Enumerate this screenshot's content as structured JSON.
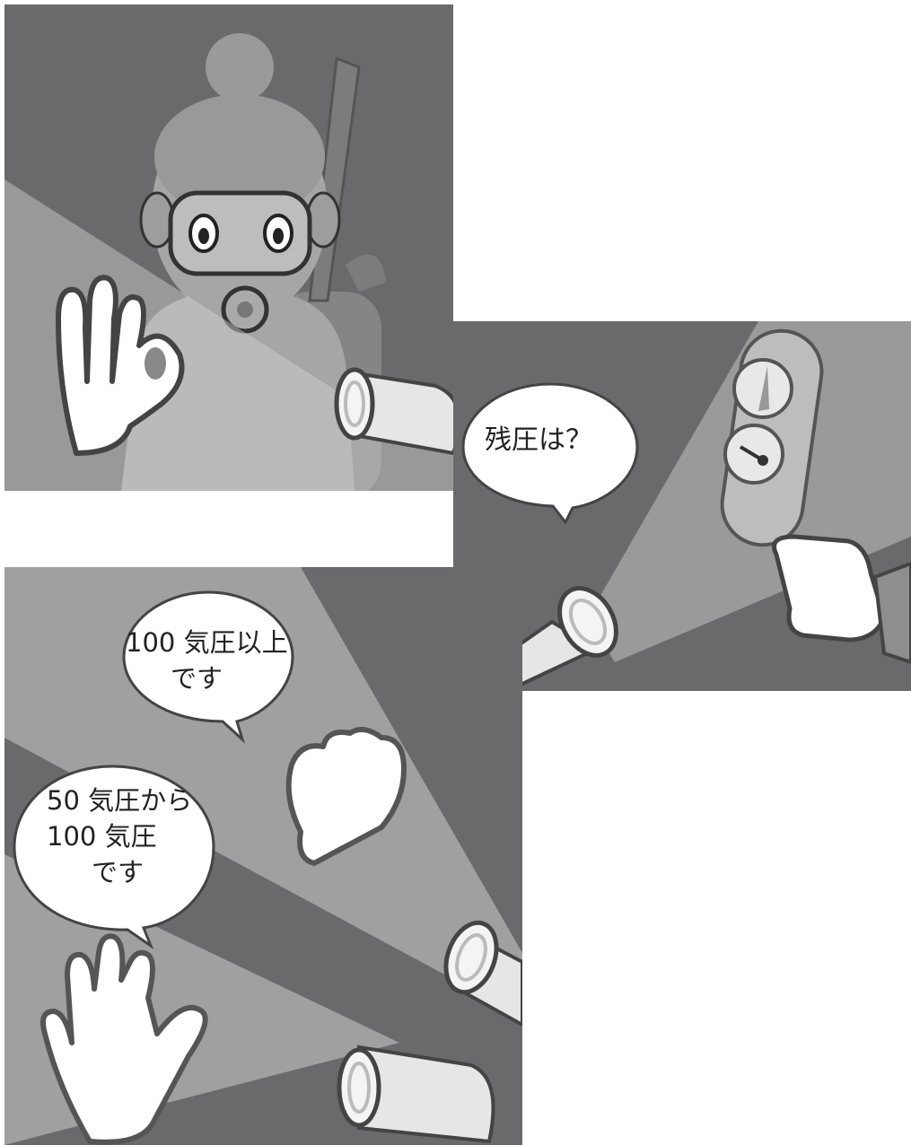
{
  "bubbles": {
    "question": "残圧は？",
    "over100_line1": "100 気圧以上",
    "over100_line2": "です",
    "range_line1": "50 気圧から",
    "range_line2": "100 気圧",
    "range_line3": "です"
  },
  "colors": {
    "water_dark": "#6a6a6c",
    "light_beam": "#9a9a9a",
    "diver_gray": "#a6a6a6",
    "hand_white": "#ffffff",
    "flashlight": "#e6e6e6",
    "outline": "#333333"
  },
  "icons": [
    "diver-figure",
    "ok-hand-sign",
    "flashlight-icon",
    "pressure-gauge-icon",
    "fist-hand-sign",
    "open-hand-sign"
  ]
}
